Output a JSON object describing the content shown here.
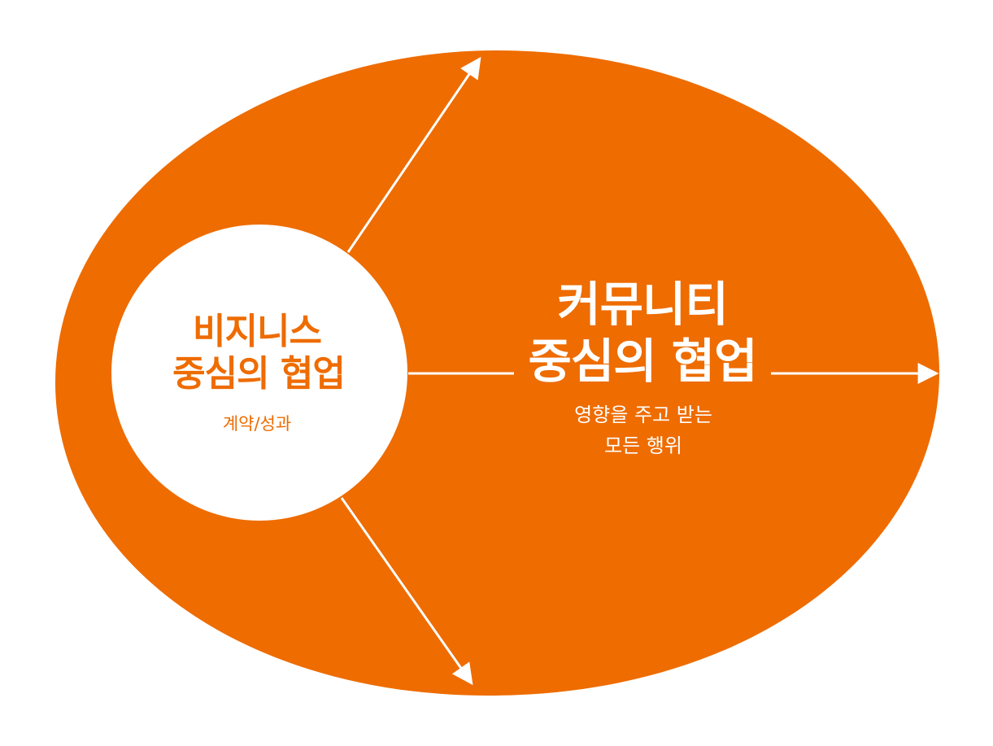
{
  "colors": {
    "outer_fill": "#EE6C00",
    "inner_fill": "#FFFFFF",
    "inner_text": "#EE6C00",
    "outer_text": "#FFFFFF",
    "arrow": "#FFFFFF"
  },
  "inner_circle": {
    "title_line1": "비지니스",
    "title_line2": "중심의 협업",
    "subtitle": "계약/성과"
  },
  "outer_ellipse": {
    "title_line1": "커뮤니티",
    "title_line2": "중심의 협업",
    "subtitle_line1": "영향을 주고 받는",
    "subtitle_line2": "모든 행위"
  }
}
